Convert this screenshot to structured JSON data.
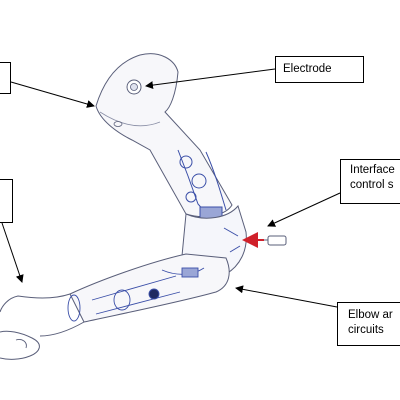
{
  "labels": {
    "electrode": "Electrode",
    "interface_line1": "Interface",
    "interface_line2": "control s",
    "elbow_line1": "Elbow ar",
    "elbow_line2": "circuits"
  },
  "colors": {
    "outline": "#5a5f7a",
    "mechanism": "#3b4fa8",
    "arrow": "#000000",
    "red_arrow": "#d0202a"
  }
}
